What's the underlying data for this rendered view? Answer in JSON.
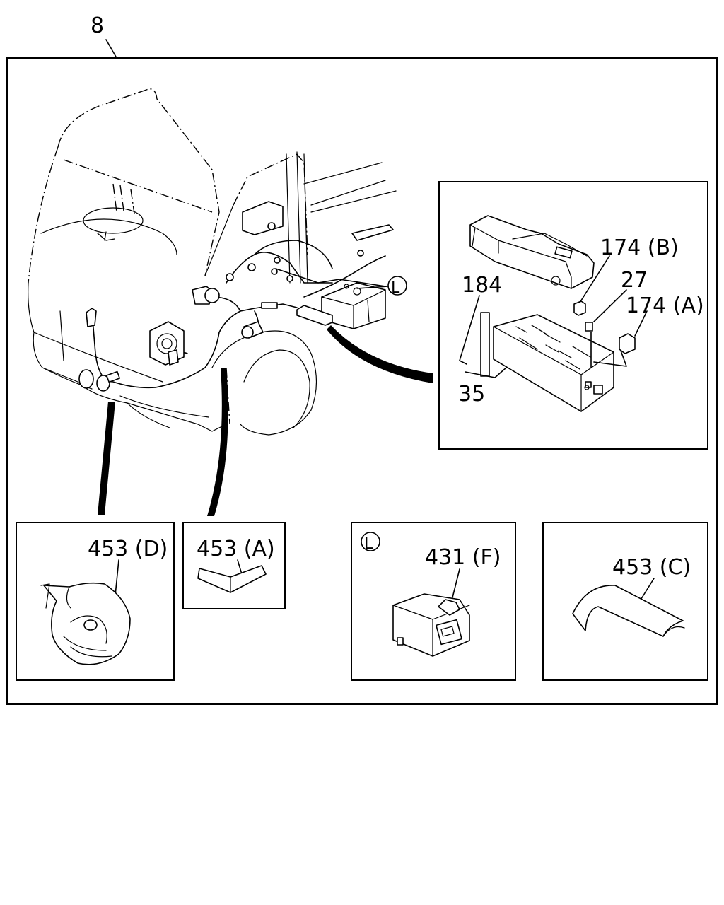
{
  "diagram": {
    "assembly_number": "8",
    "main_view_callout": "L",
    "fuse_box_callouts": {
      "cover": "184",
      "box": "35",
      "relay_b": "174 (B)",
      "fuse": "27",
      "relay_a": "174 (A)"
    },
    "detail_panels": [
      {
        "label": "453 (D)"
      },
      {
        "label": "453 (A)"
      },
      {
        "marker": "L",
        "label": "431 (F)"
      },
      {
        "label": "453 (C)"
      }
    ]
  }
}
